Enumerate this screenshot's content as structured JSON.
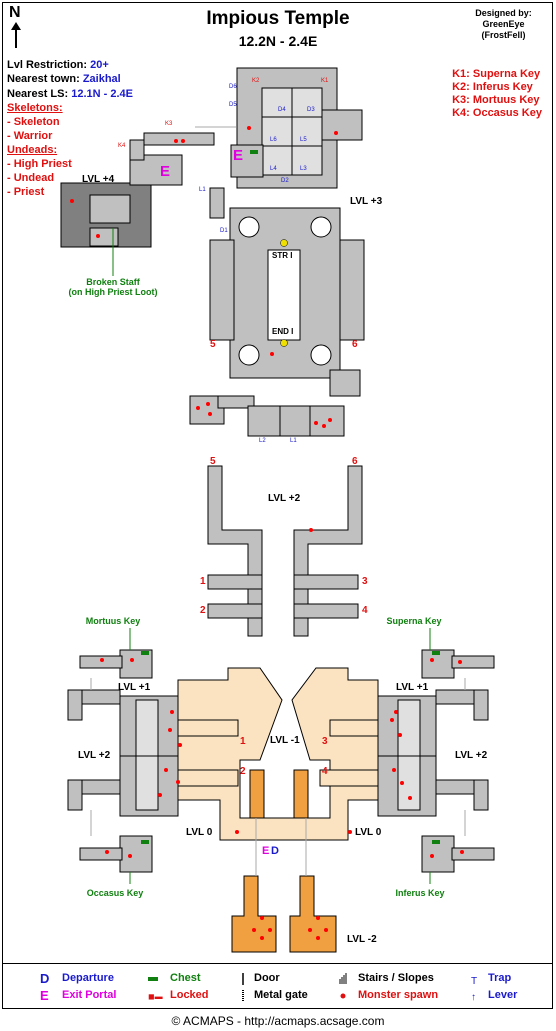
{
  "map": {
    "title": "Impious Temple",
    "coords": "12.2N - 2.4E",
    "designed_by": "Designed by:",
    "designer": "GreenEye",
    "designer_alias": "(FrostFell)",
    "north": "N"
  },
  "info": {
    "restriction_label": "Lvl Restriction:",
    "restriction_value": "20+",
    "town_label": "Nearest town:",
    "town_value": "Zaikhal",
    "ls_label": "Nearest LS:",
    "ls_value": "12.1N - 2.4E",
    "skeletons_heading": "Skeletons:",
    "skeletons": [
      "- Skeleton",
      "- Warrior"
    ],
    "undeads_heading": "Undeads:",
    "undeads": [
      "- High Priest",
      "- Undead",
      "- Priest"
    ]
  },
  "keys": [
    "K1: Superna Key",
    "K2: Inferus Key",
    "K3: Mortuus Key",
    "K4: Occasus Key"
  ],
  "levels": {
    "lvl4": "LVL +4",
    "lvl3": "LVL +3",
    "lvl2_center": "LVL +2",
    "lvl1_left": "LVL +1",
    "lvl1_right": "LVL +1",
    "lvl2_left": "LVL +2",
    "lvl2_right": "LVL +2",
    "lvlm1": "LVL -1",
    "lvl0_left": "LVL 0",
    "lvl0_right": "LVL 0",
    "lvlm2": "LVL -2"
  },
  "labels": {
    "broken_staff": "Broken Staff",
    "broken_staff_sub": "(on High Priest Loot)",
    "mortuus_key": "Mortuus Key",
    "superna_key": "Superna Key",
    "occasus_key": "Occasus Key",
    "inferus_key": "Inferus Key",
    "str1": "STR I",
    "end1": "END I",
    "exit_e": "E",
    "exit_e2": "E",
    "dep_d": "D",
    "entry_e": "E"
  },
  "small_labels": {
    "d6": "D6",
    "d5": "D5",
    "d4": "D4",
    "d3": "D3",
    "d2": "D2",
    "d1": "D1",
    "l6": "L6",
    "l5": "L5",
    "l4": "L4",
    "l3": "L3",
    "l2": "L2",
    "l1": "L1",
    "l1b": "L1",
    "k1": "K1",
    "k2": "K2",
    "k3": "K3",
    "k4": "K4"
  },
  "stair_numbers": {
    "n5a": "5",
    "n6a": "6",
    "n5b": "5",
    "n6b": "6",
    "n1": "1",
    "n2": "2",
    "n3": "3",
    "n4": "4",
    "n1b": "1",
    "n2b": "2",
    "n3b": "3",
    "n4b": "4"
  },
  "legend": [
    {
      "symbol": "D",
      "label": "Departure",
      "color": "#1a1acc"
    },
    {
      "symbol": "E",
      "label": "Exit Portal",
      "color": "#e000e0"
    },
    {
      "symbol": "chest",
      "label": "Chest",
      "color": "#108010"
    },
    {
      "symbol": "locked",
      "label": "Locked",
      "color": "#e01010"
    },
    {
      "symbol": "door",
      "label": "Door",
      "color": "#000000"
    },
    {
      "symbol": "metal-gate",
      "label": "Metal gate",
      "color": "#000000"
    },
    {
      "symbol": "stairs",
      "label": "Stairs / Slopes",
      "color": "#e01010"
    },
    {
      "symbol": "monster",
      "label": "Monster spawn",
      "color": "#e01010"
    },
    {
      "symbol": "trap",
      "label": "Trap",
      "color": "#1a1acc"
    },
    {
      "symbol": "lever",
      "label": "Lever",
      "color": "#1a1acc"
    }
  ],
  "copyright": "© ACMAPS - http://acmaps.acsage.com",
  "colors": {
    "floor_gray": "#c0c0c0",
    "wall_dark": "#808080",
    "floor_light": "#e0e0e0",
    "floor_tan": "#fbe3c2",
    "floor_orange": "#f0a040",
    "spawn_red": "#ff0000"
  }
}
